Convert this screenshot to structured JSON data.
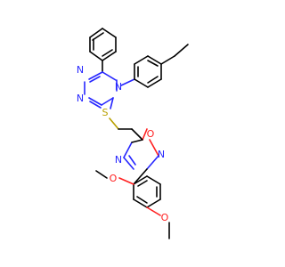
{
  "diagram": {
    "atoms": {
      "n_triazole_top": "N",
      "n_triazole_left": "N",
      "n_triazole_center": "N",
      "s_thioether": "S",
      "o_oxadiazole": "O",
      "n_oxadiazole_right": "N",
      "n_oxadiazole_left": "N",
      "o_methoxy_top": "O",
      "o_methoxy_bottom": "O"
    },
    "colors": {
      "carbon_bond": "#000000",
      "nitrogen": "#2626ff",
      "oxygen": "#ff1f1f",
      "sulfur": "#b8a000",
      "background": "#ffffff"
    }
  }
}
